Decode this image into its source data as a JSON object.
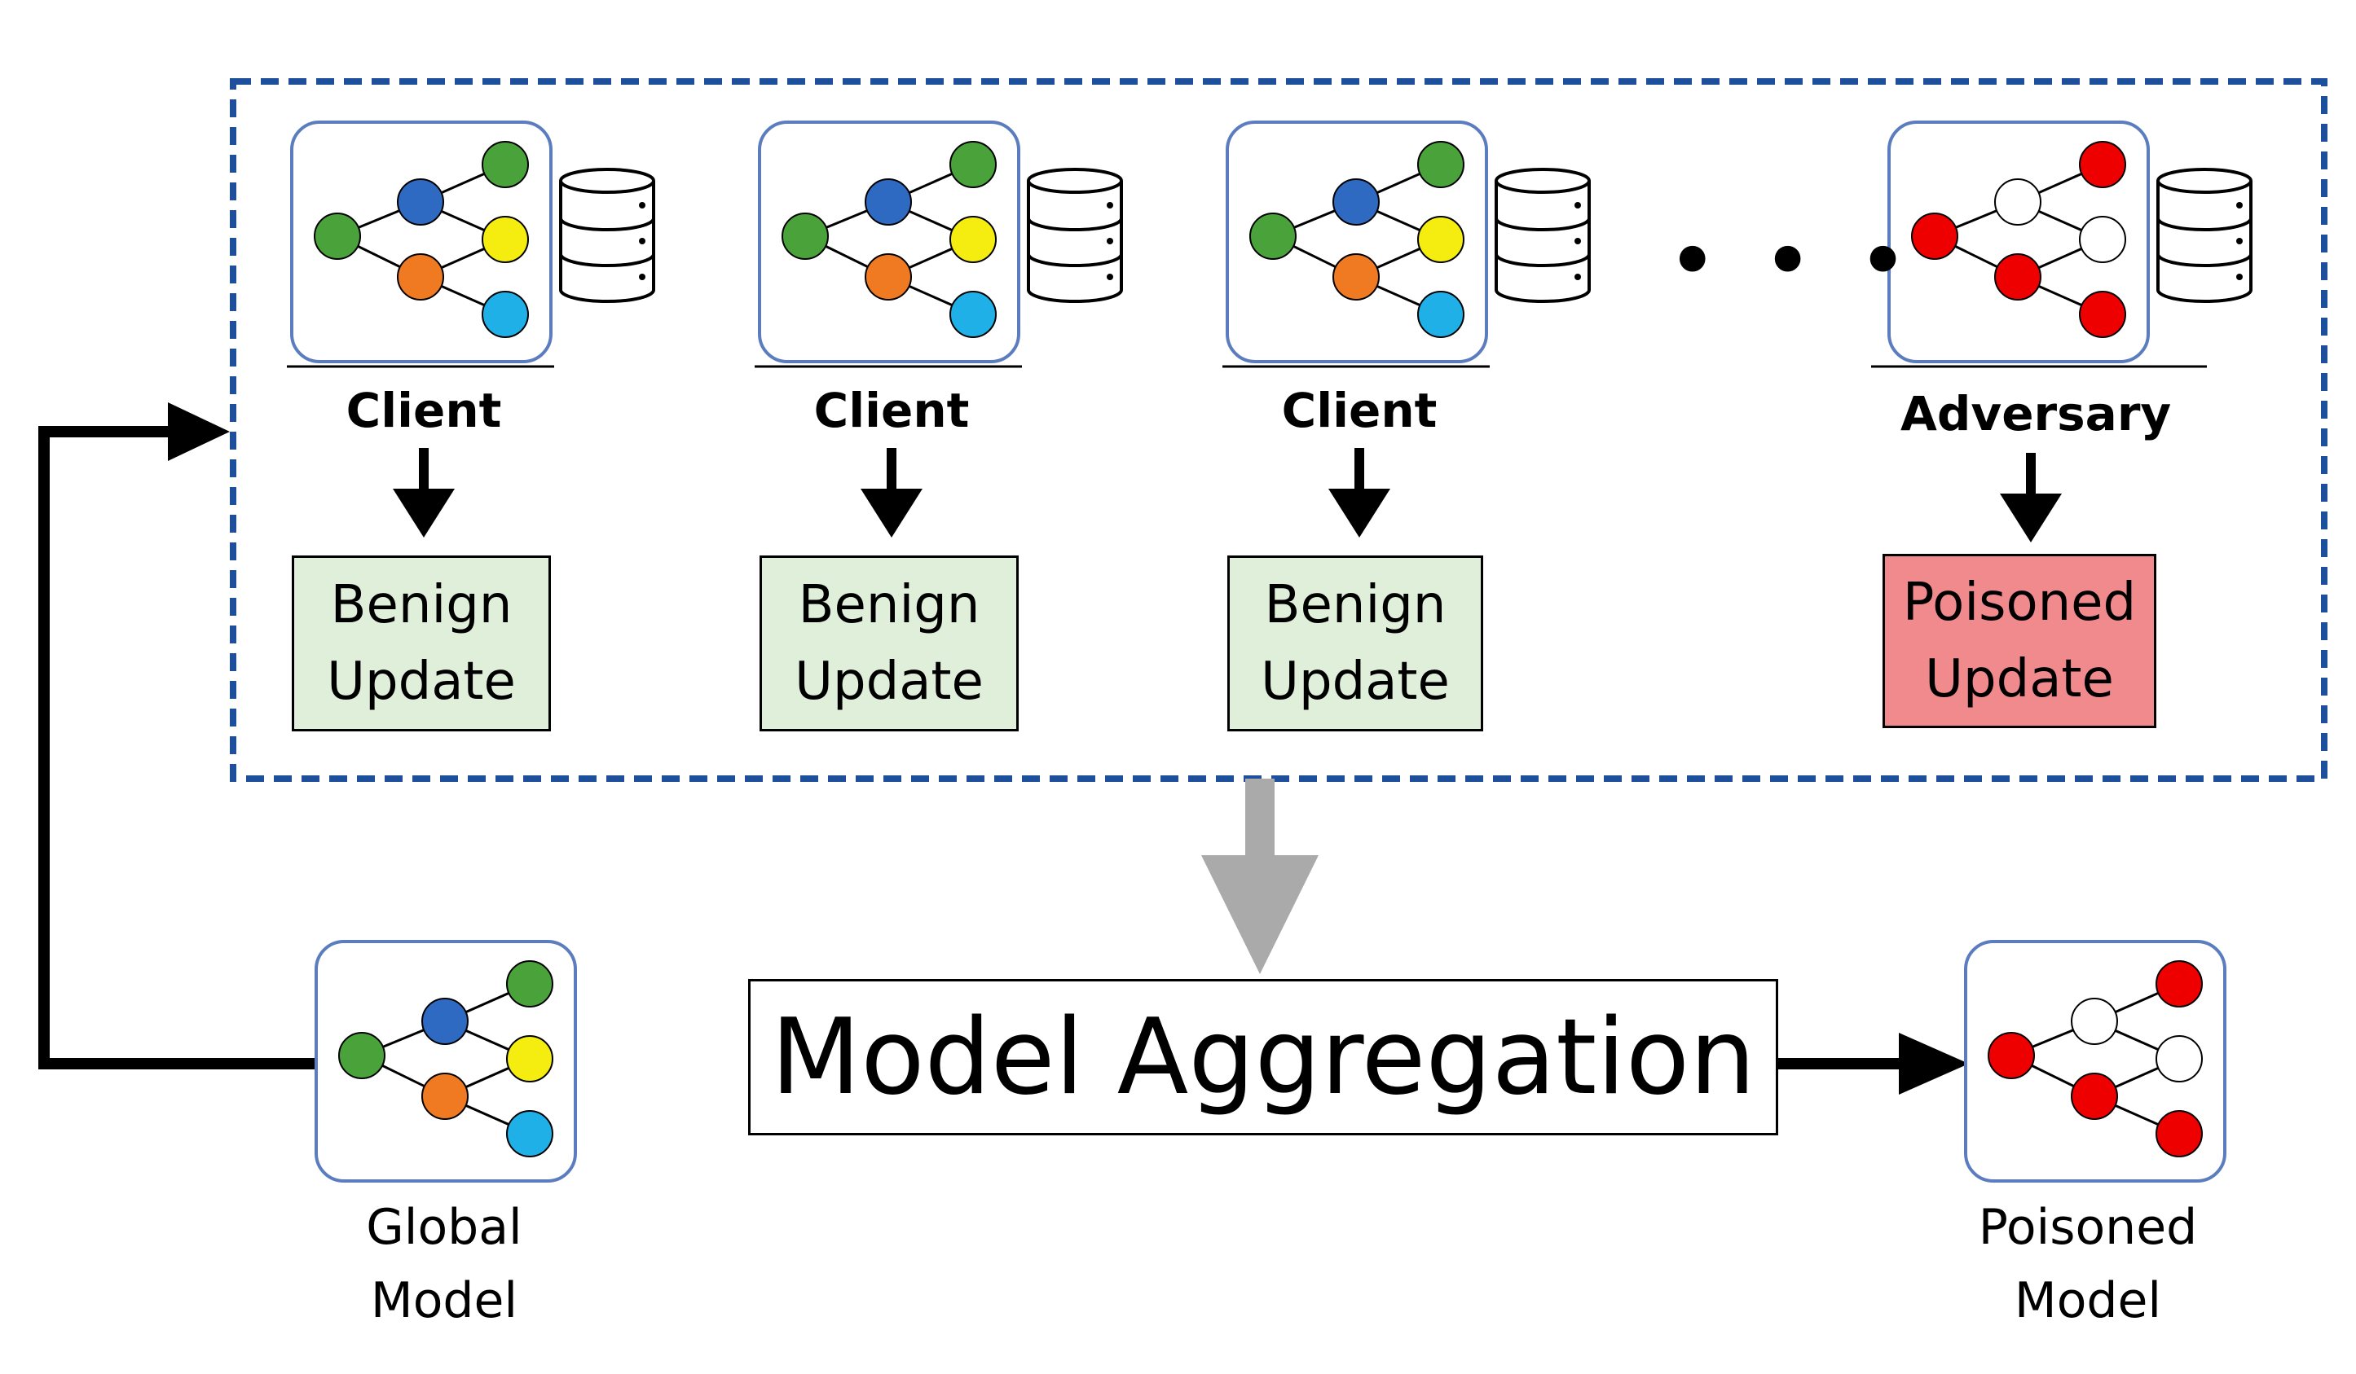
{
  "clients": [
    {
      "role": "Client",
      "update_line1": "Benign",
      "update_line2": "Update"
    },
    {
      "role": "Client",
      "update_line1": "Benign",
      "update_line2": "Update"
    },
    {
      "role": "Client",
      "update_line1": "Benign",
      "update_line2": "Update"
    },
    {
      "role": "Adversary",
      "update_line1": "Poisoned",
      "update_line2": "Update"
    }
  ],
  "ellipsis": "• • •",
  "aggregation_label": "Model Aggregation",
  "global_model": {
    "line1": "Global",
    "line2": "Model"
  },
  "poisoned_model": {
    "line1": "Poisoned",
    "line2": "Model"
  },
  "colors": {
    "node_green": "#4aa23a",
    "node_blue": "#2e6ac2",
    "node_orange": "#f07a22",
    "node_yellow": "#f5ec10",
    "node_cyan": "#1fb0e8",
    "node_red": "#ee0000",
    "node_white": "#ffffff",
    "benign_fill": "#e0efd9",
    "poison_fill": "#f08a8c",
    "dashed_border": "#1e4f9c",
    "card_border": "#5b7dbf",
    "gray_arrow": "#aaaaaa"
  }
}
